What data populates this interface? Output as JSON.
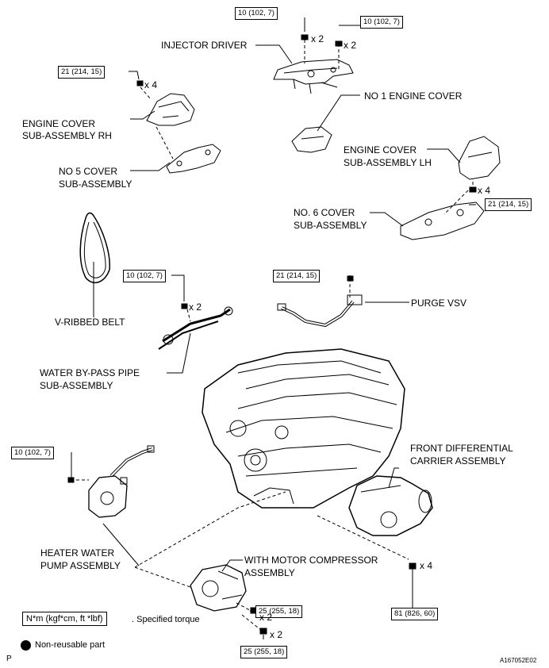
{
  "labels": {
    "injector_driver": "INJECTOR DRIVER",
    "no1_engine_cover": "NO  1 ENGINE COVER",
    "engine_cover_rh_1": "ENGINE COVER",
    "engine_cover_rh_2": "SUB-ASSEMBLY RH",
    "no5_cover_1": "NO  5 COVER",
    "no5_cover_2": "SUB-ASSEMBLY",
    "engine_cover_lh_1": "ENGINE COVER",
    "engine_cover_lh_2": "SUB-ASSEMBLY LH",
    "no6_cover_1": "NO. 6 COVER",
    "no6_cover_2": "SUB-ASSEMBLY",
    "v_ribbed_belt": "V-RIBBED BELT",
    "purge_vsv": "PURGE VSV",
    "water_bypass_1": "WATER BY-PASS PIPE",
    "water_bypass_2": "SUB-ASSEMBLY",
    "front_diff_1": "FRONT DIFFERENTIAL",
    "front_diff_2": "CARRIER ASSEMBLY",
    "heater_pump_1": "HEATER WATER",
    "heater_pump_2": "PUMP ASSEMBLY",
    "compressor_1": "WITH MOTOR COMPRESSOR",
    "compressor_2": "ASSEMBLY"
  },
  "torques": {
    "injector_left": "10 (102, 7)",
    "injector_right": "10 (102, 7)",
    "engine_cover_rh": "21 (214, 15)",
    "engine_cover_lh": "21 (214, 15)",
    "water_bypass": "10 (102, 7)",
    "purge_vsv": "21 (214, 15)",
    "heater_pump": "10 (102, 7)",
    "front_diff": "81 (826, 60)",
    "compressor_upper": "25 (255, 18)",
    "compressor_lower": "25 (255, 18)"
  },
  "quantities": {
    "injector_left": "x 2",
    "injector_right": "x 2",
    "engine_cover_rh": "x 4",
    "engine_cover_lh": "x 4",
    "water_bypass": "x 2",
    "front_diff": "x 4",
    "compressor_upper": "x 2",
    "compressor_lower": "x 2"
  },
  "legend": {
    "torque_box": "N*m (kgf*cm, ft *lbf)",
    "torque_text": ". Specified torque",
    "nonreusable_text": "Non-reusable part"
  },
  "footer": {
    "page_letter": "P",
    "figure_id": "A167052E02"
  }
}
